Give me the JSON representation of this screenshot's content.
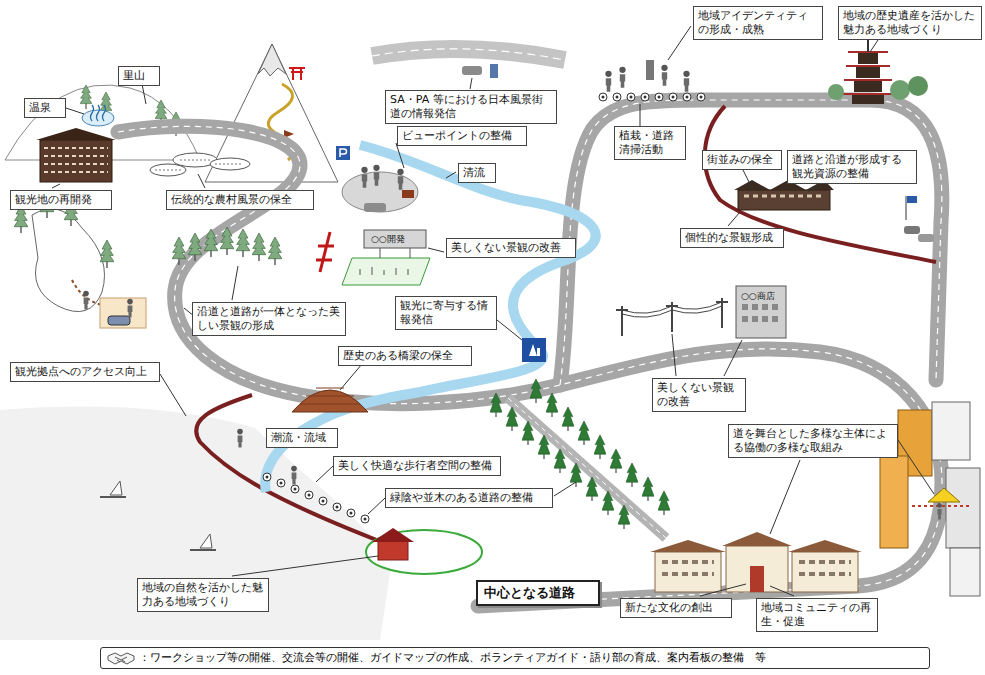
{
  "diagram": {
    "nodes": [
      {
        "text": [
          "地域アイデンティティの形成・成熟"
        ]
      },
      {
        "text": [
          "地域の歴史遺産を活かした魅力ある地域づくり"
        ]
      },
      {
        "text": [
          "里山"
        ]
      },
      {
        "text": [
          "SA・PA 等における日本風景街道の情報発信"
        ]
      },
      {
        "text": [
          "温泉"
        ]
      },
      {
        "text": [
          "ビューポイントの整備"
        ]
      },
      {
        "text": [
          "植栽・道路清掃活動"
        ]
      },
      {
        "text": [
          "街並みの保全"
        ]
      },
      {
        "text": [
          "道路と沿道が形成する観光資源の整備"
        ]
      },
      {
        "text": [
          "清流"
        ]
      },
      {
        "text": [
          "観光地の再開発"
        ]
      },
      {
        "text": [
          "伝統的な農村風景の保全"
        ]
      },
      {
        "text": [
          "個性的な景観形成"
        ]
      },
      {
        "text": [
          "美しくない景観の改善"
        ]
      },
      {
        "text": [
          "観光に寄与する情報発信"
        ]
      },
      {
        "text": [
          "沿道と道路が一体となった美しい景観の形成"
        ]
      },
      {
        "text": [
          "歴史のある橋梁の保全"
        ]
      },
      {
        "text": [
          "観光拠点へのアクセス向上"
        ]
      },
      {
        "text": [
          "美しくない景観の改善"
        ]
      },
      {
        "text": [
          "道を舞台とした多様な主体による協働の多様な取組み"
        ]
      },
      {
        "text": [
          "潮流・流域"
        ]
      },
      {
        "text": [
          "美しく快適な歩行者空間の整備"
        ]
      },
      {
        "text": [
          "緑陰や並木のある道路の整備"
        ]
      },
      {
        "text": [
          "地域の自然を活かした魅力ある地域づくり"
        ]
      },
      {
        "text": [
          "中心となる道路"
        ]
      },
      {
        "text": [
          "新たな文化の創出"
        ]
      },
      {
        "text": [
          "地域コミュニティの再生・促進"
        ]
      }
    ],
    "labels": [
      "○○開発",
      "○○商店"
    ],
    "legend": [
      {
        "text": "：ワークショップ等の開催、交流会等の開催、ガイドマップの作成、ボランティアガイド・語り部の育成、案内看板の整備　等"
      }
    ]
  }
}
